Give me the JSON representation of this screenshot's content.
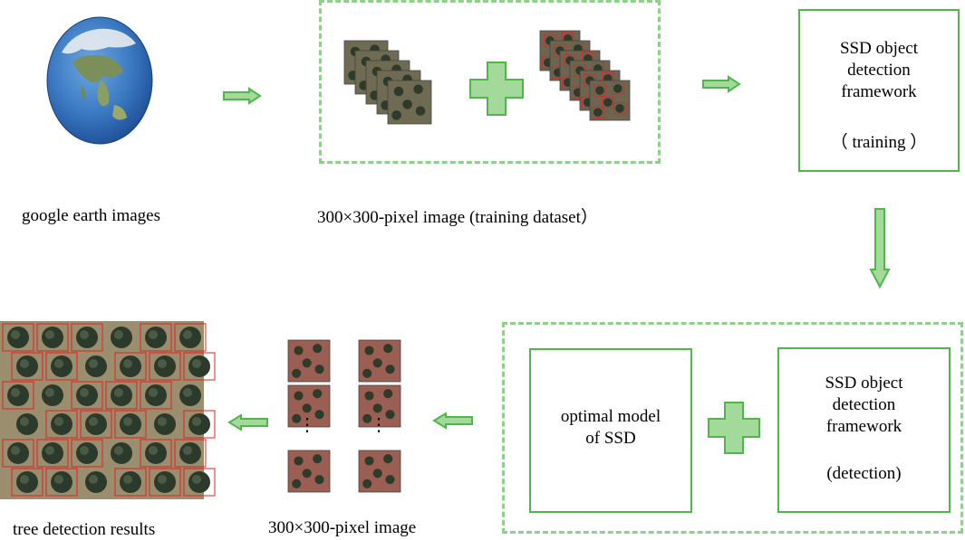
{
  "captions": {
    "google_earth": "google earth images",
    "training_dataset": "300×300-pixel image (training dataset）",
    "pixel_image": "300×300-pixel image",
    "tree_results": "tree detection results"
  },
  "training_framework": {
    "line1": "SSD object",
    "line2": "detection",
    "line3": "framework",
    "mode": "（ training ）"
  },
  "optimal_model": {
    "line1": "optimal model",
    "line2": "of SSD"
  },
  "detection_framework": {
    "line1": "SSD object",
    "line2": "detection",
    "line3": "framework",
    "mode": "(detection)"
  },
  "colors": {
    "accent": "#4db848",
    "plus_fill": "#a3d99b",
    "arrow_fill": "#a3d99b",
    "dashed_border": "#8fd18a",
    "detection_box": "#e02020"
  },
  "icons": [
    "globe-icon",
    "plus-icon",
    "arrow-right-icon",
    "arrow-down-icon",
    "arrow-left-icon",
    "vertical-ellipsis-icon"
  ]
}
